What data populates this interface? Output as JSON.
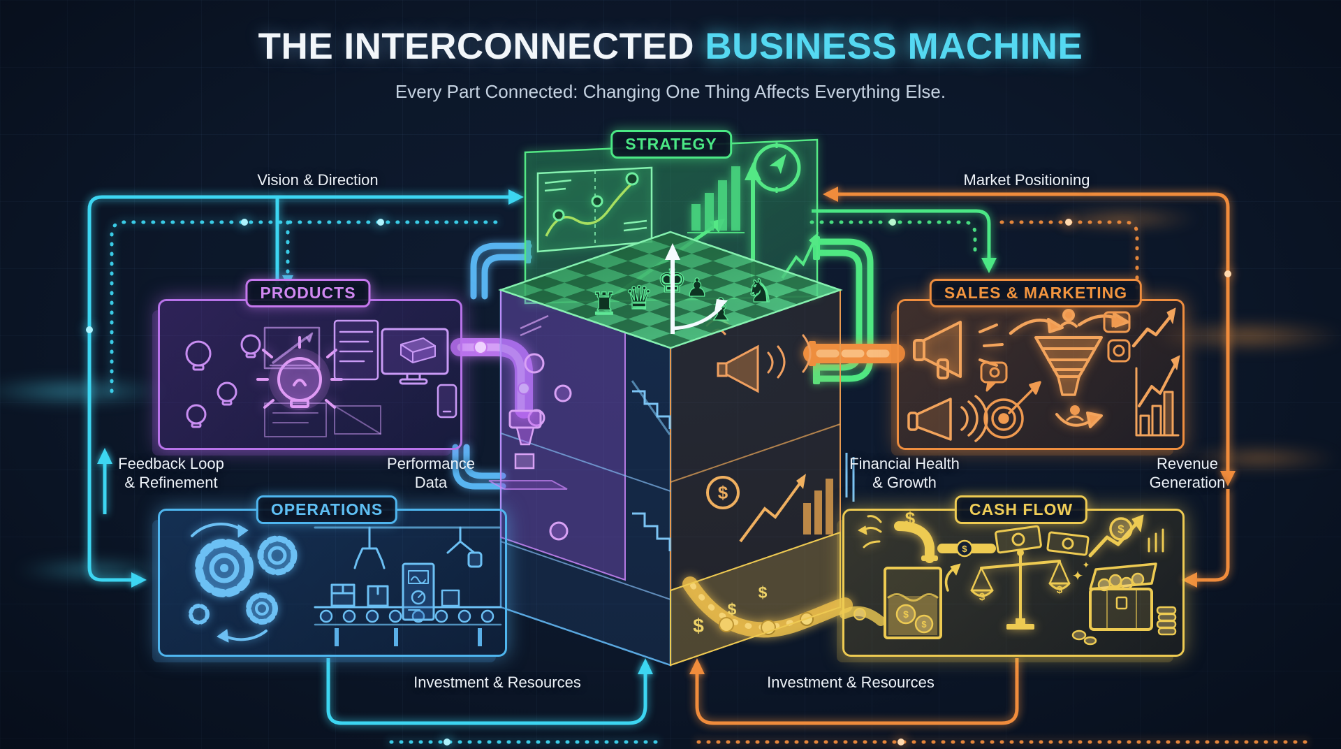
{
  "header": {
    "title_white": "THE INTERCONNECTED",
    "title_cyan": "BUSINESS MACHINE",
    "subtitle": "Every Part Connected: Changing One Thing Affects Everything Else."
  },
  "panels": {
    "strategy": {
      "label": "STRATEGY"
    },
    "products": {
      "label": "PRODUCTS"
    },
    "sales_marketing": {
      "label": "SALES & MARKETING"
    },
    "operations": {
      "label": "OPERATIONS"
    },
    "cash_flow": {
      "label": "CASH FLOW"
    }
  },
  "connection_labels": {
    "vision_direction": "Vision & Direction",
    "market_positioning": "Market Positioning",
    "feedback_loop_line1": "Feedback Loop",
    "feedback_loop_line2": "& Refinement",
    "performance_data_line1": "Performance",
    "performance_data_line2": "Data",
    "financial_health_line1": "Financial Health",
    "financial_health_line2": "& Growth",
    "revenue_generation_line1": "Revenue",
    "revenue_generation_line2": "Generation",
    "investment_resources_left": "Investment & Resources",
    "investment_resources_right": "Investment & Resources"
  },
  "cube": {
    "dollar_sign": "$",
    "chess_pieces": [
      "♜",
      "♛",
      "♚",
      "♟",
      "♝",
      "♞"
    ]
  },
  "colors": {
    "background": "#0c1729",
    "title_accent": "#55d9f2",
    "strategy_green": "#4be885",
    "products_purple": "#c678ee",
    "sales_orange": "#f08c3c",
    "operations_blue": "#54b6f0",
    "cash_flow_gold": "#eecb52",
    "line_cyan": "#3dd6f2",
    "text_light": "#eef3f8"
  }
}
